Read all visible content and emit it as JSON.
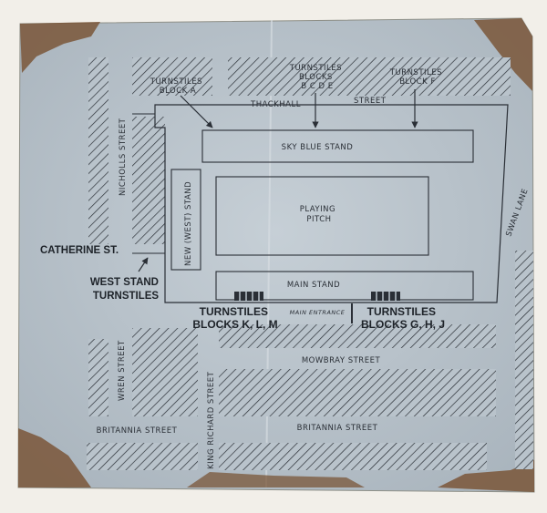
{
  "colors": {
    "paper": "#b9c3cb",
    "ink": "#2a2f36",
    "stain": "#7a5638",
    "background": "#f2efe9"
  },
  "labels": {
    "turnstiles_a": [
      "TURNSTILES",
      "BLOCK A"
    ],
    "turnstiles_bcde": [
      "TURNSTILES",
      "BLOCKS",
      "B C D E"
    ],
    "turnstiles_f": [
      "TURNSTILES",
      "BLOCK F"
    ],
    "thackhall": "THACKHALL",
    "street_suffix": "STREET",
    "sky_blue_stand": "SKY BLUE STAND",
    "playing_pitch": [
      "PLAYING",
      "PITCH"
    ],
    "main_stand": "MAIN STAND",
    "new_west_stand": "NEW (WEST) STAND",
    "nicholls_street": "NICHOLLS STREET",
    "catherine_st": "CATHERINE ST.",
    "west_stand_turnstiles": [
      "WEST STAND",
      "TURNSTILES"
    ],
    "turnstiles_klm": [
      "TURNSTILES",
      "BLOCKS K, L, M"
    ],
    "main_entrance": "MAIN ENTRANCE",
    "turnstiles_ghj": [
      "TURNSTILES",
      "BLOCKS G, H, J"
    ],
    "swan_lane": "SWAN LANE",
    "mowbray_street": "MOWBRAY STREET",
    "wren_street": "WREN STREET",
    "king_richard_street": "KING RICHARD STREET",
    "britannia_street_left": "BRITANNIA STREET",
    "britannia_street_right": "BRITANNIA STREET"
  }
}
